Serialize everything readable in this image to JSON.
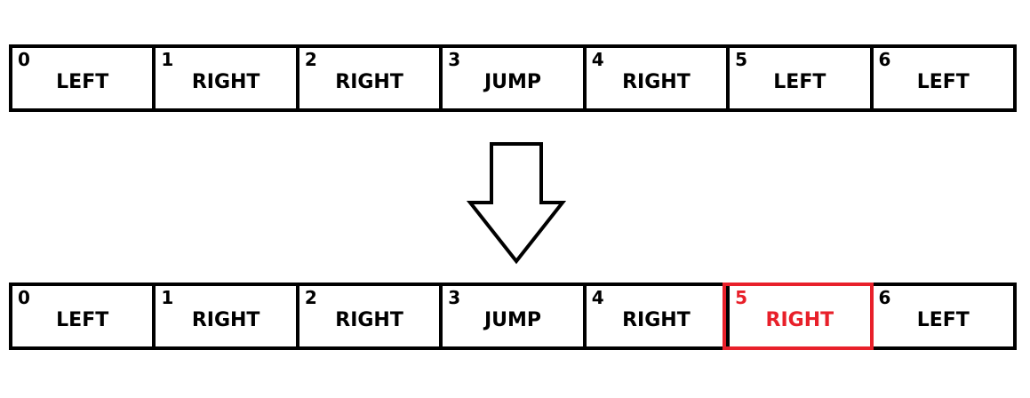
{
  "before": {
    "cells": [
      {
        "index": "0",
        "action": "LEFT"
      },
      {
        "index": "1",
        "action": "RIGHT"
      },
      {
        "index": "2",
        "action": "RIGHT"
      },
      {
        "index": "3",
        "action": "JUMP"
      },
      {
        "index": "4",
        "action": "RIGHT"
      },
      {
        "index": "5",
        "action": "LEFT"
      },
      {
        "index": "6",
        "action": "LEFT"
      }
    ]
  },
  "after": {
    "cells": [
      {
        "index": "0",
        "action": "LEFT"
      },
      {
        "index": "1",
        "action": "RIGHT"
      },
      {
        "index": "2",
        "action": "RIGHT"
      },
      {
        "index": "3",
        "action": "JUMP"
      },
      {
        "index": "4",
        "action": "RIGHT"
      },
      {
        "index": "5",
        "action": "RIGHT"
      },
      {
        "index": "6",
        "action": "LEFT"
      }
    ],
    "changed_index": 5
  },
  "colors": {
    "border": "#000000",
    "highlight": "#e8202a"
  },
  "icons": {
    "transition": "down-arrow-icon"
  }
}
